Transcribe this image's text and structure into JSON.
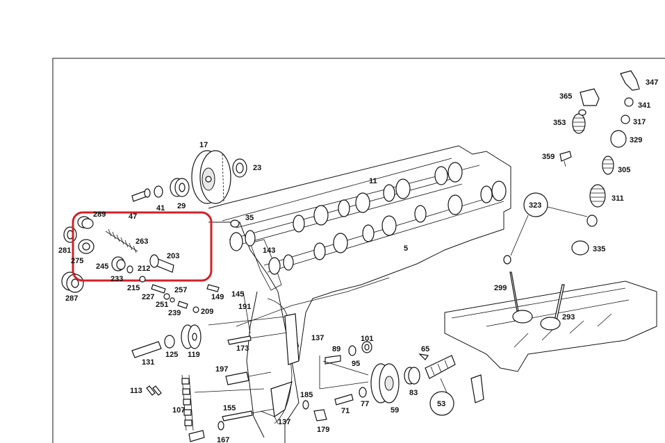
{
  "highlight_color": "#d42027",
  "callout_labels": {
    "l347": "347",
    "l365": "365",
    "l341": "341",
    "l353": "353",
    "l317": "317",
    "l329": "329",
    "l359": "359",
    "l305": "305",
    "l311": "311",
    "l323": "323",
    "l335": "335",
    "l299": "299",
    "l293": "293",
    "l17": "17",
    "l23": "23",
    "l41": "41",
    "l29": "29",
    "l47": "47",
    "l35": "35",
    "l11": "11",
    "l143": "143",
    "l5": "5",
    "l289": "289",
    "l263": "263",
    "l281": "281",
    "l275": "275",
    "l245": "245",
    "l212": "212",
    "l203": "203",
    "l233": "233",
    "l287": "287",
    "l215": "215",
    "l257": "257",
    "l227": "227",
    "l251": "251",
    "l239": "239",
    "l209": "209",
    "l149": "149",
    "l145": "145",
    "l191": "191",
    "l137a": "137",
    "l173": "173",
    "l131": "131",
    "l125": "125",
    "l119": "119",
    "l89": "89",
    "l101": "101",
    "l95": "95",
    "l65": "65",
    "l197": "197",
    "l113": "113",
    "l107": "107",
    "l155": "155",
    "l167": "167",
    "l137b": "137",
    "l185": "185",
    "l179": "179",
    "l71": "71",
    "l77": "77",
    "l59": "59",
    "l83": "83",
    "l53": "53"
  }
}
